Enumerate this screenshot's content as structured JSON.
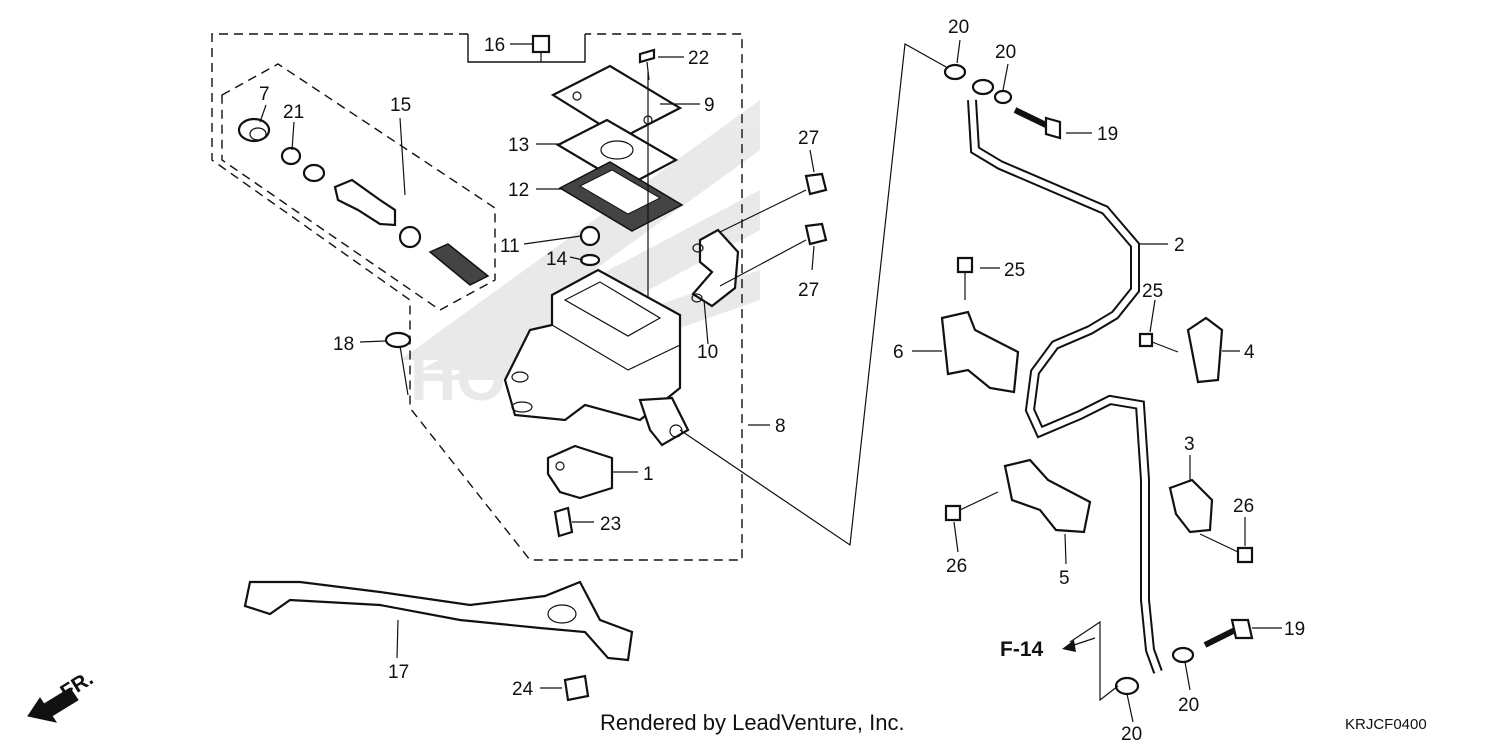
{
  "callouts": [
    {
      "id": "p16",
      "text": "16"
    },
    {
      "id": "p22",
      "text": "22"
    },
    {
      "id": "p7",
      "text": "7"
    },
    {
      "id": "p21",
      "text": "21"
    },
    {
      "id": "p15",
      "text": "15"
    },
    {
      "id": "p9",
      "text": "9"
    },
    {
      "id": "p13",
      "text": "13"
    },
    {
      "id": "p12",
      "text": "12"
    },
    {
      "id": "p27a",
      "text": "27"
    },
    {
      "id": "p11",
      "text": "11"
    },
    {
      "id": "p14",
      "text": "14"
    },
    {
      "id": "p27b",
      "text": "27"
    },
    {
      "id": "p18",
      "text": "18"
    },
    {
      "id": "p10",
      "text": "10"
    },
    {
      "id": "p8",
      "text": "8"
    },
    {
      "id": "p1",
      "text": "1"
    },
    {
      "id": "p23",
      "text": "23"
    },
    {
      "id": "p17",
      "text": "17"
    },
    {
      "id": "p24",
      "text": "24"
    },
    {
      "id": "p20a",
      "text": "20"
    },
    {
      "id": "p20b",
      "text": "20"
    },
    {
      "id": "p19a",
      "text": "19"
    },
    {
      "id": "p2",
      "text": "2"
    },
    {
      "id": "p25a",
      "text": "25"
    },
    {
      "id": "p25b",
      "text": "25"
    },
    {
      "id": "p4",
      "text": "4"
    },
    {
      "id": "p6",
      "text": "6"
    },
    {
      "id": "p3",
      "text": "3"
    },
    {
      "id": "p26a",
      "text": "26"
    },
    {
      "id": "p26b",
      "text": "26"
    },
    {
      "id": "p5",
      "text": "5"
    },
    {
      "id": "p19b",
      "text": "19"
    },
    {
      "id": "p20c",
      "text": "20"
    },
    {
      "id": "p20d",
      "text": "20"
    }
  ],
  "reference_label": "F-14",
  "direction_label": "FR.",
  "footer_text": "Rendered by LeadVenture, Inc.",
  "diagram_code": "KRJCF0400",
  "watermark": "HONDA"
}
